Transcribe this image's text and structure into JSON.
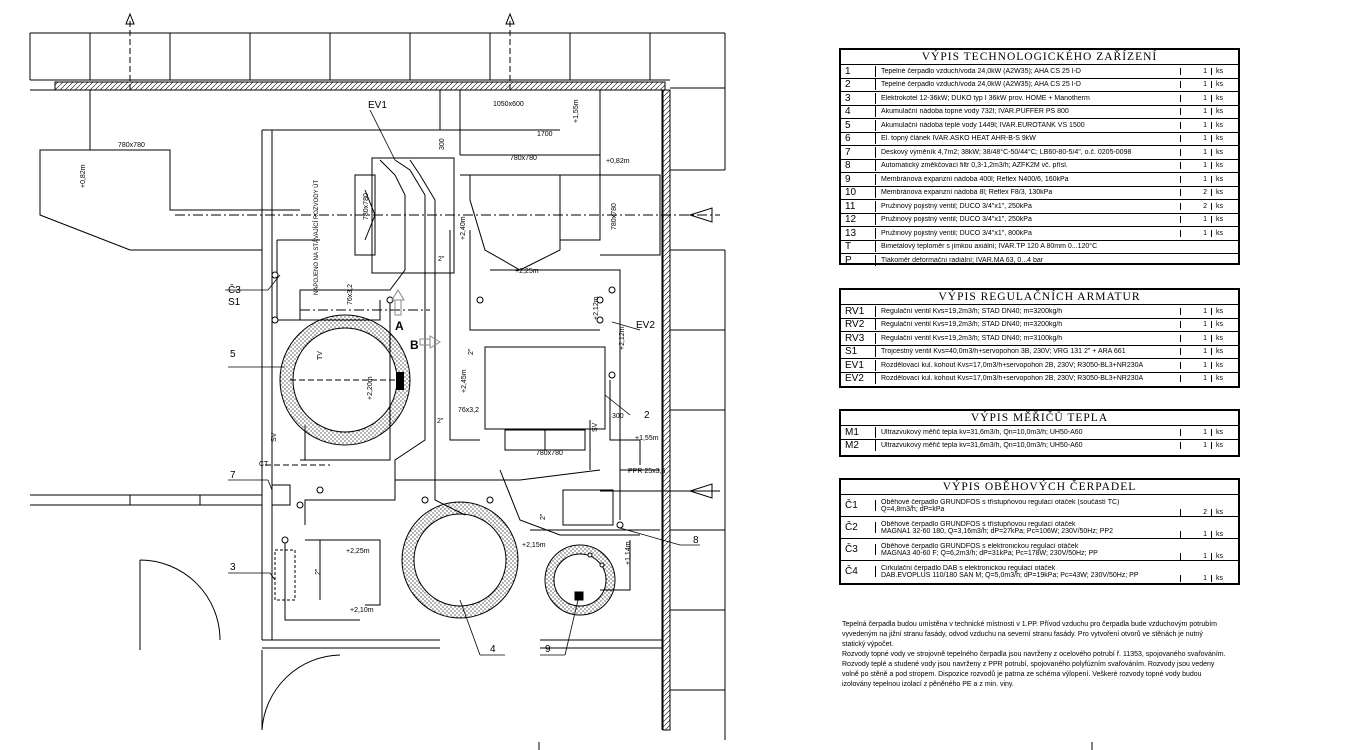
{
  "labels": {
    "ev1": "EV1",
    "ev2": "EV2",
    "c3": "Č3",
    "s1": "S1",
    "a": "A",
    "b": "B",
    "n2": "2",
    "n3": "3",
    "n4": "4",
    "n5": "5",
    "n7": "7",
    "n8": "8",
    "n9": "9",
    "tv": "TV",
    "sv": "SV",
    "sv2": "SV",
    "ct": "CT",
    "napojeno": "NAPOJENO NA STÁVAJÍCÍ ROZVODY ÚT"
  },
  "dims": {
    "d1050": "1050x600",
    "d155": "+1,55m",
    "d780a": "780x780",
    "d780b": "780x780",
    "d780c": "780x780",
    "d780v": "780x780",
    "d780e": "780x780",
    "d1700": "1700",
    "d300a": "300",
    "d300b": "300",
    "d082a": "+0,82m",
    "d082b": "+0,82m",
    "d240": "+2,40m",
    "d225a": "+2,25m",
    "d225b": "+2,25m",
    "d215": "+2,15m",
    "d210": "+2,10m",
    "d212a": "+2,12m",
    "d212b": "+2,12m",
    "d245": "+2,45m",
    "d220": "+2,20m",
    "d155b": "+1,55m",
    "d2in": "2\"",
    "d2in2": "2\"",
    "d2in3": "2\"",
    "d2in4": "2\"",
    "d2in5": "2\"",
    "d76a": "76x3,2",
    "d76b": "76x3,2",
    "dppr": "PPR 25x3,5",
    "d114": "+1,14m"
  },
  "tables": {
    "tech": {
      "title": "VÝPIS TECHNOLOGICKÉHO ZAŘÍZENÍ",
      "rows": [
        {
          "n": "1",
          "d": "Tepelné čerpadlo vzduch/voda 24,0kW (A2W35); AHA CS 25 I-D",
          "q": "1",
          "u": "ks"
        },
        {
          "n": "2",
          "d": "Tepelné čerpadlo vzduch/voda 24,0kW (A2W35); AHA CS 25 I-D",
          "q": "1",
          "u": "ks"
        },
        {
          "n": "3",
          "d": "Elektrokotel 12-36kW; DUKO typ I 36kW prov. HOME + Manotherm",
          "q": "1",
          "u": "ks"
        },
        {
          "n": "4",
          "d": "Akumulační nádoba topné vody 732l; IVAR.PUFFER PS 800",
          "q": "1",
          "u": "ks"
        },
        {
          "n": "5",
          "d": "Akumulační nádoba teplé vody 1449l; IVAR.EUROTANK VS 1500",
          "q": "1",
          "u": "ks"
        },
        {
          "n": "6",
          "d": "El. topný článek IVAR.ASKO HEAT AHR-B-S 9kW",
          "q": "1",
          "u": "ks"
        },
        {
          "n": "7",
          "d": "Deskový výměník 4,7m2; 38kW; 38/48°C-50/44°C; LB60-80-5/4\", o.č. 0205-0098",
          "q": "1",
          "u": "ks"
        },
        {
          "n": "8",
          "d": "Automatický změkčovací filtr 0,3-1,2m3/h; AZFK2M vč. přísl.",
          "q": "1",
          "u": "ks"
        },
        {
          "n": "9",
          "d": "Membránová expanzní nádoba 400l; Reflex N400/6, 160kPa",
          "q": "1",
          "u": "ks"
        },
        {
          "n": "10",
          "d": "Membránová expanzní nádoba 8l; Reflex F8/3, 130kPa",
          "q": "2",
          "u": "ks"
        },
        {
          "n": "11",
          "d": "Pružinový pojistný ventil; DUCO 3/4\"x1\", 250kPa",
          "q": "2",
          "u": "ks"
        },
        {
          "n": "12",
          "d": "Pružinový pojistný ventil; DUCO 3/4\"x1\", 250kPa",
          "q": "1",
          "u": "ks"
        },
        {
          "n": "13",
          "d": "Pružinový pojistný ventil; DUCO 3/4\"x1\", 800kPa",
          "q": "1",
          "u": "ks"
        },
        {
          "n": "T",
          "d": "Bimetalový teploměr s jímkou axiální; IVAR.TP 120 A 80mm 0...120°C",
          "q": "",
          "u": ""
        },
        {
          "n": "P",
          "d": "Tlakoměr deformační radiální; IVAR.MA 63, 0...4 bar",
          "q": "",
          "u": ""
        }
      ]
    },
    "reg": {
      "title": "VÝPIS REGULAČNÍCH ARMATUR",
      "rows": [
        {
          "n": "RV1",
          "d": "Regulační ventil Kvs=19,2m3/h; STAD DN40; m=3200kg/h",
          "q": "1",
          "u": "ks"
        },
        {
          "n": "RV2",
          "d": "Regulační ventil Kvs=19,2m3/h; STAD DN40; m=3200kg/h",
          "q": "1",
          "u": "ks"
        },
        {
          "n": "RV3",
          "d": "Regulační ventil Kvs=19,2m3/h; STAD DN40; m=3100kg/h",
          "q": "1",
          "u": "ks"
        },
        {
          "n": "S1",
          "d": "Trojcestný ventil Kvs=40,0m3/h+servopohon 3B, 230V; VRG 131 2\" + ARA 661",
          "q": "1",
          "u": "ks"
        },
        {
          "n": "EV1",
          "d": "Rozdělovací kul. kohout Kvs=17,0m3/h+servopohon 2B, 230V; R3050-BL3+NR230A",
          "q": "1",
          "u": "ks"
        },
        {
          "n": "EV2",
          "d": "Rozdělovací kul. kohout Kvs=17,0m3/h+servopohon 2B, 230V; R3050-BL3+NR230A",
          "q": "1",
          "u": "ks"
        }
      ]
    },
    "meric": {
      "title": "VÝPIS MĚŘIČŮ TEPLA",
      "rows": [
        {
          "n": "M1",
          "d": "Ultrazvukový měřič tepla kv=31,6m3/h, Qn=10,0m3/h; UH50-A60",
          "q": "1",
          "u": "ks"
        },
        {
          "n": "M2",
          "d": "Ultrazvukový měřič tepla kv=31,6m3/h, Qn=10,0m3/h; UH50-A60",
          "q": "1",
          "u": "ks"
        }
      ]
    },
    "cerp": {
      "title": "VÝPIS OBĚHOVÝCH ČERPADEL",
      "rows": [
        {
          "n": "Č1",
          "l1": "Oběhové čerpadlo GRUNDFOS s třístupňovou regulací otáček (součástí TČ)",
          "l2": "Q=4,8m3/h; dP=kPa",
          "q": "2",
          "u": "ks"
        },
        {
          "n": "Č2",
          "l1": "Oběhové čerpadlo GRUNDFOS s třístupňovou regulací otáček",
          "l2": "MAGNA1 32-60 180, Q=3,16m3/h; dP=27kPa; Pc=106W; 230V/50Hz; PP2",
          "q": "1",
          "u": "ks"
        },
        {
          "n": "Č3",
          "l1": "Oběhové čerpadlo GRUNDFOS s elektronickou regulací otáček",
          "l2": "MAGNA3 40-60 F; Q=6,2m3/h; dP=31kPa; Pc=178W; 230V/50Hz; PP",
          "q": "1",
          "u": "ks"
        },
        {
          "n": "Č4",
          "l1": "Cirkulační čerpadlo DAB s elektronickou regulací otáček",
          "l2": "DAB.EVOPLUS 110/180 SAN M; Q=5,0m3/h; dP=19kPa; Pc=43W; 230V/50Hz; PP",
          "q": "1",
          "u": "ks"
        }
      ]
    }
  },
  "notes": {
    "p1": "Tepelná čerpadla budou umístěna v technické místnosti v 1.PP. Přívod vzduchu pro čerpadla bude vzduchovým potrubím vyvedeným na jižní stranu fasády, odvod vzduchu na severní stranu fasády. Pro vytvoření otvorů ve stěnách je nutný statický výpočet.",
    "p2": "Rozvody topné vody ve strojovně tepelného čerpadla jsou navrženy z ocelového potrubí ř. 11353, spojovaného svařováním. Rozvody teplé a studené vody jsou navrženy z PPR potrubí, spojovaného polyfúzním svařováním. Rozvody jsou vedeny volně po stěně a pod stropem. Dispozice rozvodů je patrna ze schéma výlopení. Veškeré rozvody topné vody budou izolovány tepelnou izolací z pěněného PE a z min. viny."
  }
}
